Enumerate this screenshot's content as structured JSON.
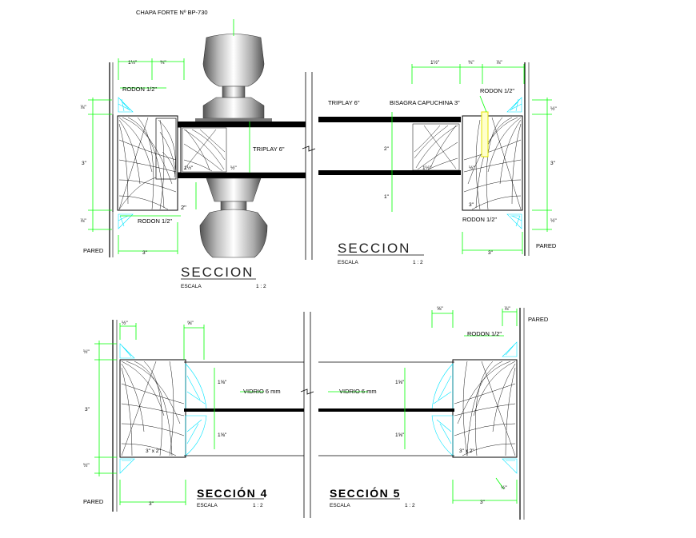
{
  "labels": {
    "chapa": "CHAPA FORTE Nº BP-730",
    "rodon_tl": "RODON 1/2\"",
    "rodon_bl": "RODON 1/2\"",
    "rodon_tr": "RODON 1/2\"",
    "rodon_br": "RODON 1/2\"",
    "rodon_s5": "RODON 1/2\"",
    "triplay_left": "TRIPLAY 6\"",
    "triplay_right": "TRIPLAY 6\"",
    "bisagra": "BISAGRA CAPUCHINA 3\"",
    "pared_tl": "PARED",
    "pared_tr": "PARED",
    "pared_bl": "PARED",
    "pared_br": "PARED",
    "vidrio_left": "VIDRIO 6 mm",
    "vidrio_right": "VIDRIO 6 mm",
    "dim_2": "2\""
  },
  "titles": {
    "seccion_left": {
      "name": "SECCION",
      "escala": "ESCALA",
      "ratio": "1 : 2"
    },
    "seccion_right": {
      "name": "SECCION",
      "escala": "ESCALA",
      "ratio": "1 : 2"
    },
    "seccion4": {
      "name": "SECCIÓN  4",
      "escala": "ESCALA",
      "ratio": "1 : 2"
    },
    "seccion5": {
      "name": "SECCIÓN  5",
      "escala": "ESCALA",
      "ratio": "1 : 2"
    }
  },
  "colors": {
    "dimension": "#00ff00",
    "bead": "#00e5ff",
    "hinge": "#e6e600",
    "line": "#000000"
  }
}
